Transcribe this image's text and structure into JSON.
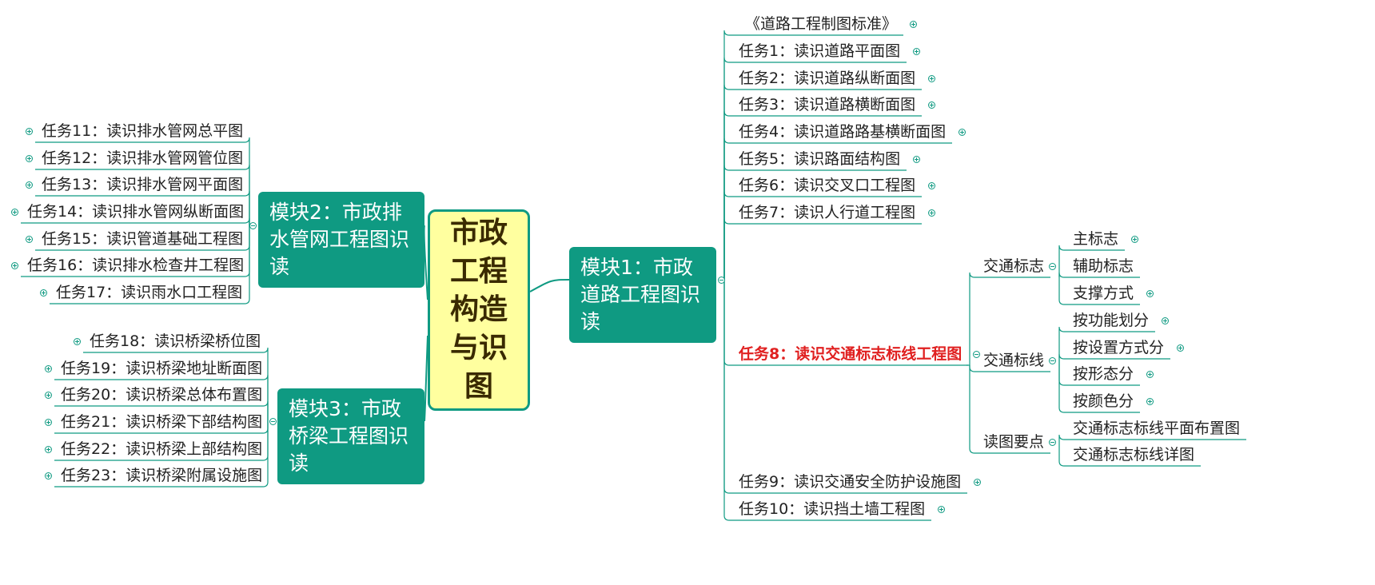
{
  "root": "市政工程构造与识图",
  "m1": "模块1：市政道路工程图识读",
  "m2": "模块2：市政排水管网工程图识读",
  "m3": "模块3：市政桥梁工程图识读",
  "m1_children": [
    "《道路工程制图标准》",
    "任务1：读识道路平面图",
    "任务2：读识道路纵断面图",
    "任务3：读识道路横断面图",
    "任务4：读识道路路基横断面图",
    "任务5：读识路面结构图",
    "任务6：读识交叉口工程图",
    "任务7：读识人行道工程图",
    "任务8：读识交通标志标线工程图",
    "任务9：读识交通安全防护设施图",
    "任务10：读识挡土墙工程图"
  ],
  "t8_children": [
    "交通标志",
    "交通标线",
    "读图要点"
  ],
  "jtbz_children": [
    "主标志",
    "辅助标志",
    "支撑方式"
  ],
  "jtbx_children": [
    "按功能划分",
    "按设置方式分",
    "按形态分",
    "按颜色分"
  ],
  "dtyd_children": [
    "交通标志标线平面布置图",
    "交通标志标线详图"
  ],
  "m2_children": [
    "任务11：读识排水管网总平图",
    "任务12：读识排水管网管位图",
    "任务13：读识排水管网平面图",
    "任务14：读识排水管网纵断面图",
    "任务15：读识管道基础工程图",
    "任务16：读识排水检查井工程图",
    "任务17：读识雨水口工程图"
  ],
  "m3_children": [
    "任务18：读识桥梁桥位图",
    "任务19：读识桥梁地址断面图",
    "任务20：读识桥梁总体布置图",
    "任务21：读识桥梁下部结构图",
    "任务22：读识桥梁上部结构图",
    "任务23：读识桥梁附属设施图"
  ],
  "colors": {
    "branch": "#0f9a82",
    "root_fill": "#ffff9f",
    "highlight": "#e02020"
  }
}
